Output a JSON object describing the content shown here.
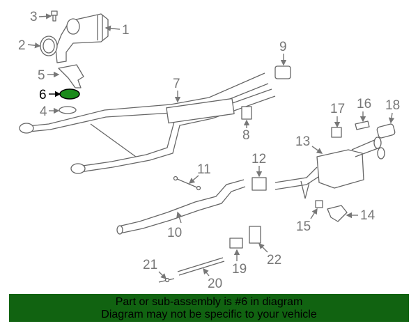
{
  "diagram": {
    "highlighted_part": "6",
    "highlight_color": "#1a8a1a",
    "callouts": [
      "1",
      "2",
      "3",
      "4",
      "5",
      "6",
      "7",
      "8",
      "9",
      "10",
      "11",
      "12",
      "13",
      "14",
      "15",
      "16",
      "17",
      "18",
      "19",
      "20",
      "21",
      "22"
    ]
  },
  "banner": {
    "line1": "Part or sub-assembly is #6 in diagram",
    "line2": "Diagram may not be specific to your vehicle",
    "background": "#116311"
  }
}
